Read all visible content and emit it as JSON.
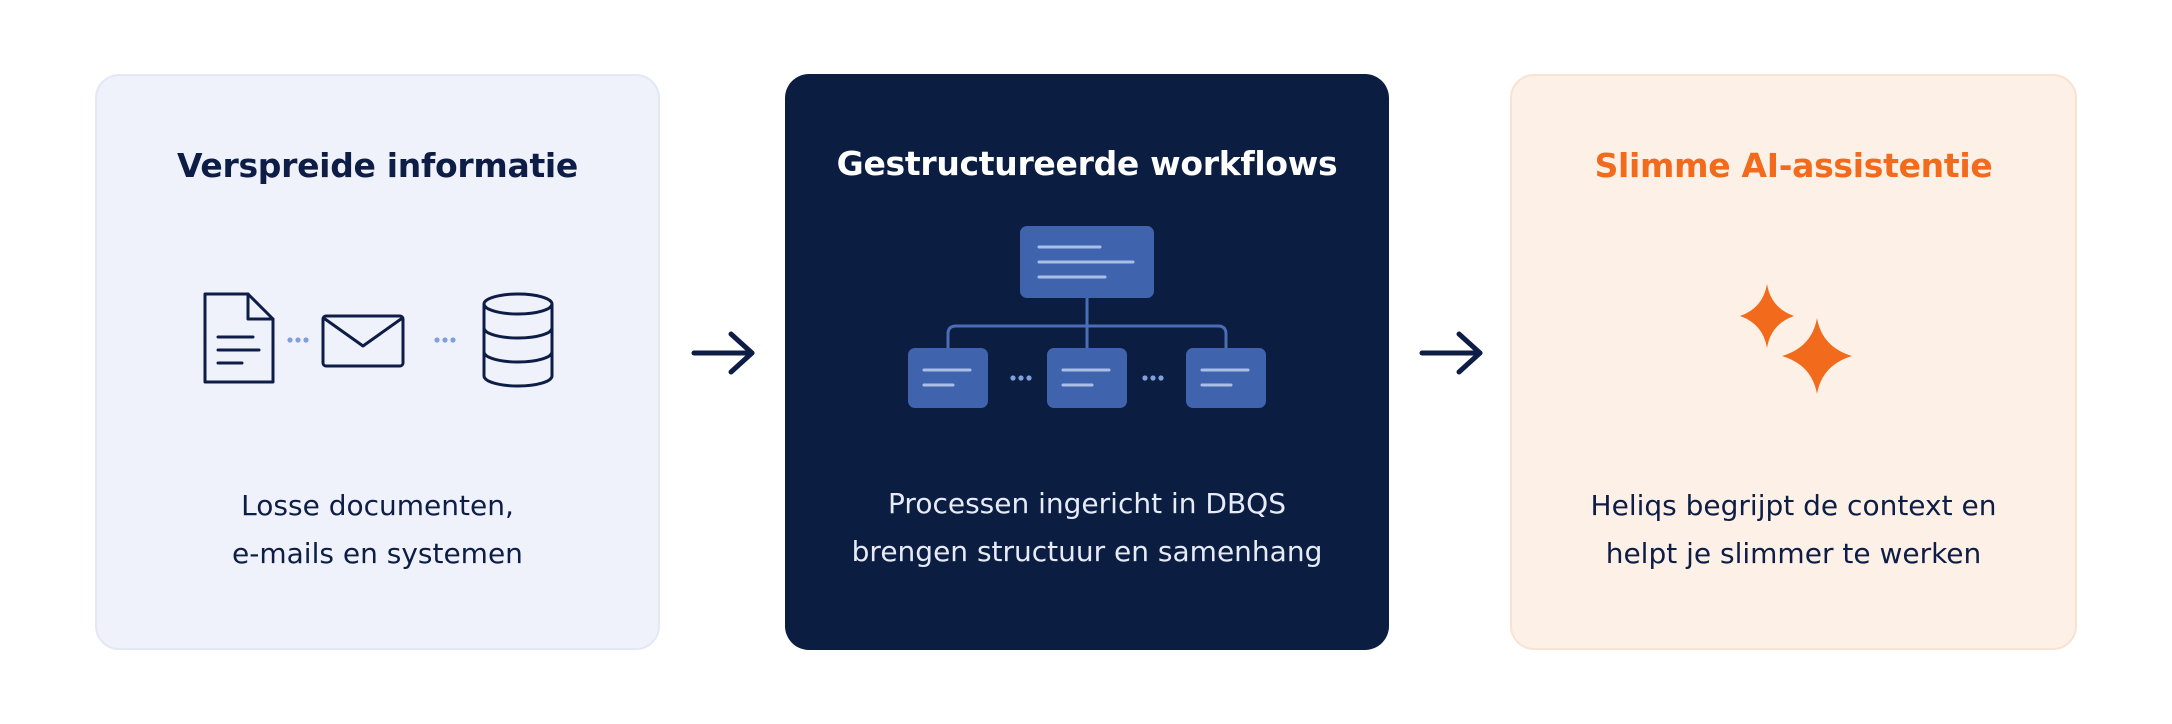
{
  "cards": [
    {
      "title": "Verspreide informatie",
      "description": [
        "Losse documenten,",
        "e-mails en systemen"
      ]
    },
    {
      "title": "Gestructureerde workflows",
      "description": [
        "Processen ingericht in DBQS",
        "brengen structuur en samenhang"
      ]
    },
    {
      "title": "Slimme AI-assistentie",
      "description": [
        "Heliqs begrijpt de context en",
        "helpt je slimmer te werken"
      ]
    }
  ],
  "icons": {
    "card_1": [
      "document-icon",
      "envelope-icon",
      "database-icon"
    ],
    "card_2": [
      "workflow-tree-icon"
    ],
    "card_3": [
      "sparkle-icon"
    ],
    "connectors": [
      "arrow-right-icon",
      "arrow-right-icon"
    ]
  },
  "colors": {
    "card_1_bg": "#eff2fb",
    "card_2_bg": "#0c1d42",
    "card_3_bg": "#fdf1e7",
    "navy": "#0e1d45",
    "node_blue": "#3f63ad",
    "accent_orange": "#f26a1b"
  }
}
